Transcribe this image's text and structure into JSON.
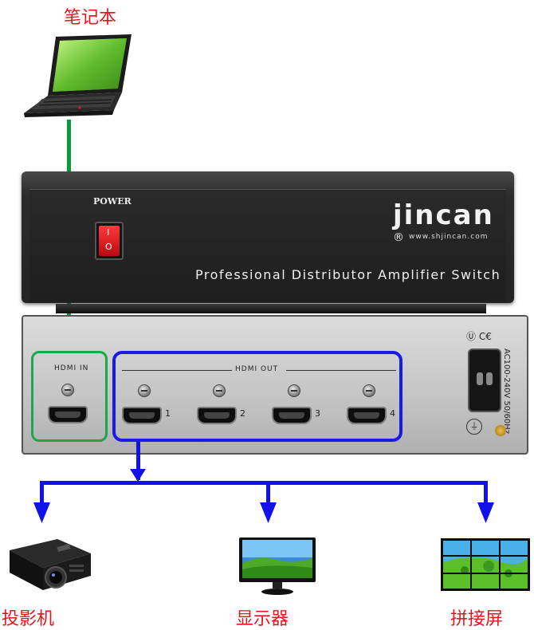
{
  "labels": {
    "top": "笔记本",
    "projector": "投影机",
    "display": "显示器",
    "videowall": "拼接屏"
  },
  "front_panel": {
    "power_label": "POWER",
    "brand": "jincan",
    "registered": "®",
    "website": "www.shjincan.com",
    "product_title": "Professional Distributor Amplifier Switch",
    "switch_on": "I",
    "switch_off": "O"
  },
  "rear_panel": {
    "hdmi_in_label": "HDMI IN",
    "hdmi_out_label": "HDMI OUT",
    "out_ports": [
      "1",
      "2",
      "3",
      "4"
    ],
    "power_spec": "AC100-240V 50/60Hz"
  },
  "colors": {
    "label_red": "#e8141c",
    "input_line": "#0a9a3a",
    "output_line": "#1212e8",
    "power_switch": "#d0121a"
  },
  "icons": [
    "laptop-icon",
    "projector-icon",
    "monitor-icon",
    "video-wall-icon"
  ]
}
